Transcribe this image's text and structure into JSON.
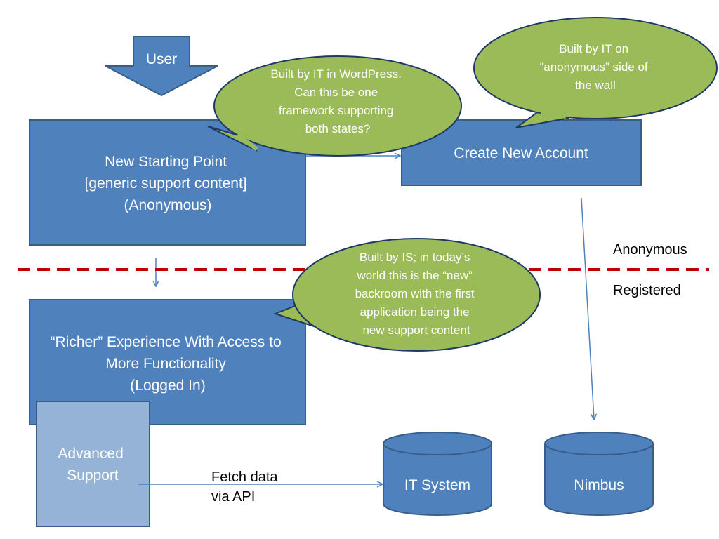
{
  "user_arrow": {
    "label": "User"
  },
  "boxes": {
    "start": {
      "lines": [
        "New Starting Point",
        "[generic support content]",
        "(Anonymous)"
      ]
    },
    "account": {
      "lines": [
        "Create New Account"
      ]
    },
    "richer": {
      "lines": [
        "“Richer” Experience With Access to",
        "More Functionality",
        "(Logged In)"
      ]
    },
    "advanced": {
      "lines": [
        "Advanced",
        "Support"
      ]
    }
  },
  "callouts": {
    "wordpress": {
      "lines": [
        "Built by IT in WordPress.",
        "Can this be one",
        "framework supporting",
        "both states?"
      ]
    },
    "it_anonymous": {
      "lines": [
        "Built by IT on",
        "“anonymous” side of",
        "the wall"
      ]
    },
    "is_backroom": {
      "lines": [
        "Built by IS; in today’s",
        "world this is the “new”",
        "backroom with the first",
        "application being the",
        "new support content"
      ]
    }
  },
  "zones": {
    "anonymous": "Anonymous",
    "registered": "Registered"
  },
  "connector_label": {
    "lines": [
      "Fetch data",
      "via API"
    ]
  },
  "databases": {
    "it_system": {
      "label": "IT System"
    },
    "nimbus": {
      "label": "Nimbus"
    }
  },
  "colors": {
    "box_fill": "#4F81BD",
    "box_stroke": "#385D8A",
    "advanced_fill": "#95B3D7",
    "callout_fill": "#9BBB59",
    "callout_stroke": "#1F3864",
    "divider": "#C00000",
    "connector": "#4F81BD"
  }
}
